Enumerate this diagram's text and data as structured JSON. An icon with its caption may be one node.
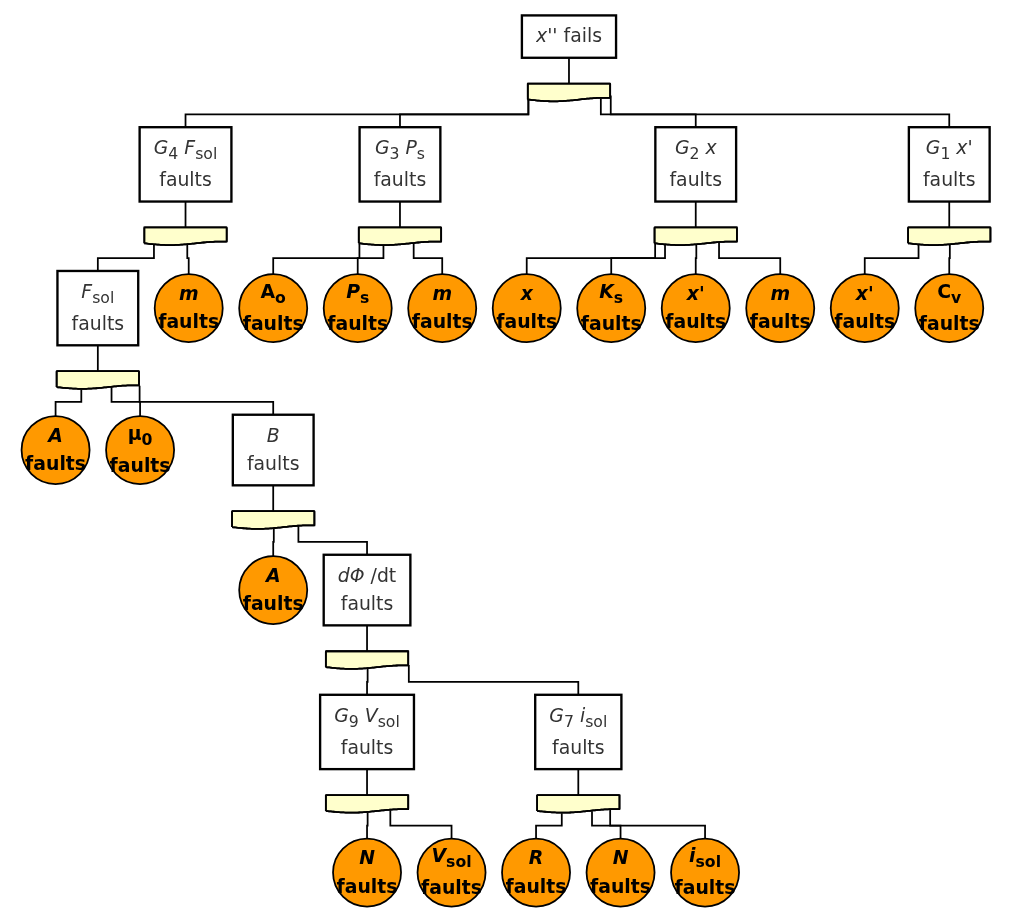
{
  "diagram": {
    "nodes": [
      {
        "text": [
          "*x''* fails"
        ]
      },
      {
        "text": [],
        "shape": "gate"
      },
      {
        "text": [
          "*G*$_{4}$ *F*$_{sol}$",
          "faults"
        ]
      },
      {
        "text": [
          "*G*$_{3}$ *P*$_{s}$",
          "faults"
        ]
      },
      {
        "text": [
          "*G*$_{2}$ *x*",
          "faults"
        ]
      },
      {
        "text": [
          "*G*$_{1}$ *x'*",
          "faults"
        ]
      },
      {
        "text": [],
        "shape": "gate"
      },
      {
        "text": [],
        "shape": "gate"
      },
      {
        "text": [],
        "shape": "gate"
      },
      {
        "text": [],
        "shape": "gate"
      },
      {
        "text": [
          "*F*$_{sol}$",
          "faults"
        ]
      },
      {
        "text": [
          "*m*",
          "faults"
        ]
      },
      {
        "text": [
          "A$_{o}$",
          "faults"
        ]
      },
      {
        "text": [
          "*P*$_{s}$",
          "faults"
        ]
      },
      {
        "text": [
          "*m*",
          "faults"
        ]
      },
      {
        "text": [
          "*x*",
          "faults"
        ]
      },
      {
        "text": [
          "*K*$_{s}$",
          "faults"
        ]
      },
      {
        "text": [
          "*x'*",
          "faults"
        ]
      },
      {
        "text": [
          "*m*",
          "faults"
        ]
      },
      {
        "text": [
          "*x'*",
          "faults"
        ]
      },
      {
        "text": [
          "C$_{v}$",
          "faults"
        ]
      },
      {
        "text": [],
        "shape": "gate"
      },
      {
        "text": [
          "*A*",
          "faults"
        ]
      },
      {
        "text": [
          "μ$_{0}$",
          "faults"
        ]
      },
      {
        "text": [
          "*B*",
          "faults"
        ]
      },
      {
        "text": [],
        "shape": "gate"
      },
      {
        "text": [
          "*A*",
          "faults"
        ]
      },
      {
        "text": [
          "*dΦ* /dt",
          "faults"
        ]
      },
      {
        "text": [],
        "shape": "gate"
      },
      {
        "text": [
          "*G*$_{9}$ *V*$_{sol}$",
          "faults"
        ]
      },
      {
        "text": [
          "*G*$_{7}$ *i*$_{sol}$",
          "faults"
        ]
      },
      {
        "text": [],
        "shape": "gate"
      },
      {
        "text": [],
        "shape": "gate"
      },
      {
        "text": [
          "*N*",
          "faults"
        ]
      },
      {
        "text": [
          "*V*$_{sol}$",
          "faults"
        ]
      },
      {
        "text": [
          "*R*",
          "faults"
        ]
      },
      {
        "text": [
          "*N*",
          "faults"
        ]
      },
      {
        "text": [
          "*i*$_{sol}$",
          "faults"
        ]
      }
    ],
    "edges": [
      {
        "from": 0,
        "to": 1,
        "arrow": "none"
      },
      {
        "from": 1,
        "to": 2,
        "arrow": "none"
      },
      {
        "from": 1,
        "to": 3,
        "arrow": "none"
      },
      {
        "from": 1,
        "to": 4,
        "arrow": "none"
      },
      {
        "from": 1,
        "to": 5,
        "arrow": "none"
      },
      {
        "from": 2,
        "to": 6,
        "arrow": "none"
      },
      {
        "from": 3,
        "to": 7,
        "arrow": "none"
      },
      {
        "from": 4,
        "to": 8,
        "arrow": "none"
      },
      {
        "from": 5,
        "to": 9,
        "arrow": "none"
      },
      {
        "from": 6,
        "to": 10,
        "arrow": "none"
      },
      {
        "from": 6,
        "to": 11,
        "arrow": "none"
      },
      {
        "from": 7,
        "to": 12,
        "arrow": "none"
      },
      {
        "from": 7,
        "to": 13,
        "arrow": "none"
      },
      {
        "from": 7,
        "to": 14,
        "arrow": "none"
      },
      {
        "from": 8,
        "to": 15,
        "arrow": "none"
      },
      {
        "from": 8,
        "to": 16,
        "arrow": "none"
      },
      {
        "from": 8,
        "to": 17,
        "arrow": "none"
      },
      {
        "from": 8,
        "to": 18,
        "arrow": "none"
      },
      {
        "from": 9,
        "to": 19,
        "arrow": "none"
      },
      {
        "from": 9,
        "to": 20,
        "arrow": "none"
      },
      {
        "from": 10,
        "to": 21,
        "arrow": "none"
      },
      {
        "from": 21,
        "to": 22,
        "arrow": "none"
      },
      {
        "from": 21,
        "to": 23,
        "arrow": "none"
      },
      {
        "from": 21,
        "to": 24,
        "arrow": "none"
      },
      {
        "from": 24,
        "to": 25,
        "arrow": "none"
      },
      {
        "from": 25,
        "to": 26,
        "arrow": "none"
      },
      {
        "from": 25,
        "to": 27,
        "arrow": "none"
      },
      {
        "from": 27,
        "to": 28,
        "arrow": "none"
      },
      {
        "from": 28,
        "to": 29,
        "arrow": "none"
      },
      {
        "from": 28,
        "to": 30,
        "arrow": "none"
      },
      {
        "from": 29,
        "to": 31,
        "arrow": "none"
      },
      {
        "from": 30,
        "to": 32,
        "arrow": "none"
      },
      {
        "from": 31,
        "to": 33,
        "arrow": "none"
      },
      {
        "from": 31,
        "to": 34,
        "arrow": "none"
      },
      {
        "from": 32,
        "to": 35,
        "arrow": "none"
      },
      {
        "from": 32,
        "to": 36,
        "arrow": "none"
      },
      {
        "from": 32,
        "to": 37,
        "arrow": "none"
      }
    ]
  }
}
